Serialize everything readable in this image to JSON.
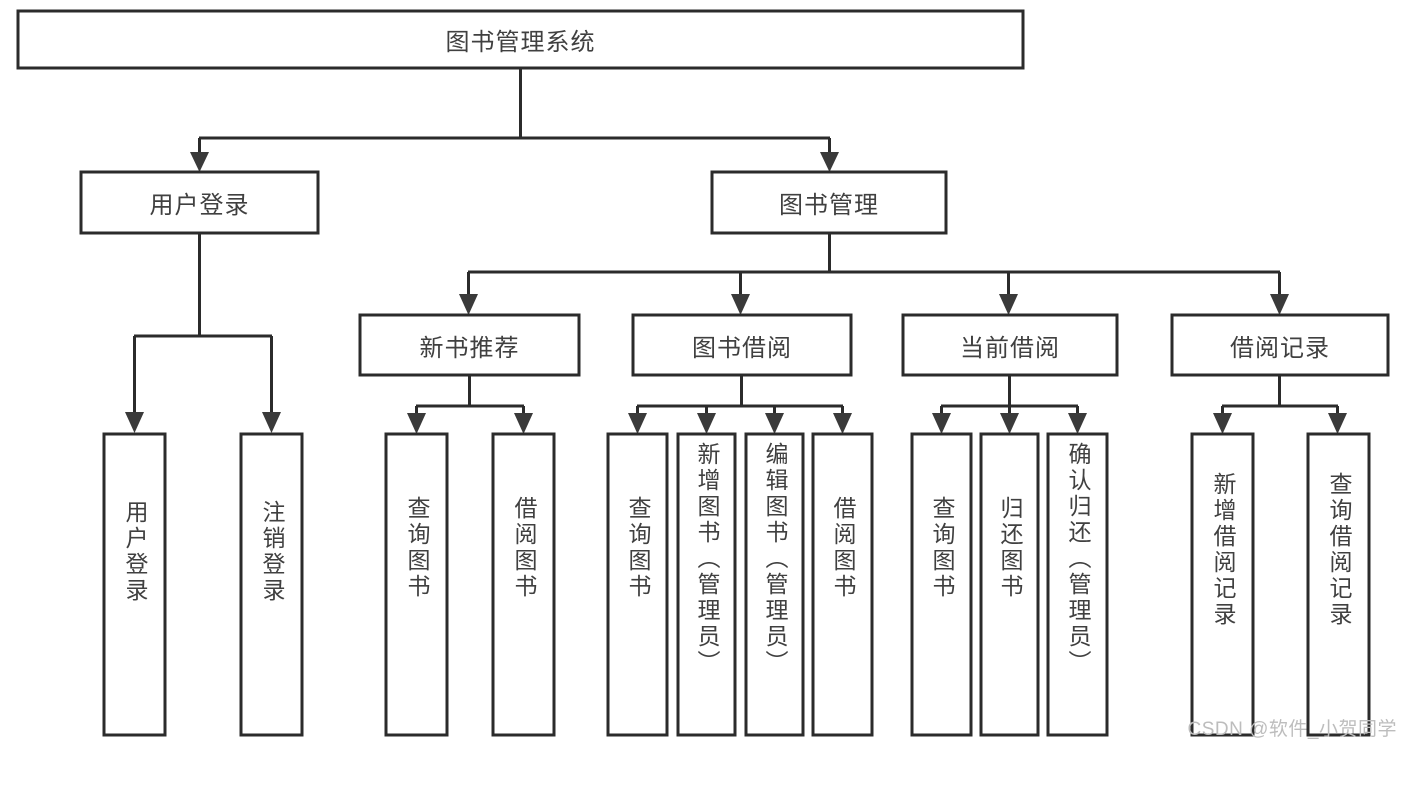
{
  "diagram": {
    "title": "图书管理系统",
    "type": "tree",
    "background_color": "#ffffff",
    "box_stroke_color": "#2b2b2b",
    "text_color": "#404040",
    "watermark": "CSDN @软件_小贺同学",
    "root": {
      "label": "图书管理系统",
      "orientation": "horizontal"
    },
    "level2": [
      {
        "label": "用户登录",
        "orientation": "horizontal"
      },
      {
        "label": "图书管理",
        "orientation": "horizontal"
      }
    ],
    "level3": [
      {
        "label": "新书推荐",
        "orientation": "horizontal"
      },
      {
        "label": "图书借阅",
        "orientation": "horizontal"
      },
      {
        "label": "当前借阅",
        "orientation": "horizontal"
      },
      {
        "label": "借阅记录",
        "orientation": "horizontal"
      }
    ],
    "leaves": {
      "user_login": [
        {
          "label": "用户登录",
          "orientation": "vertical"
        },
        {
          "label": "注销登录",
          "orientation": "vertical"
        }
      ],
      "new_book": [
        {
          "label": "查询图书",
          "orientation": "vertical"
        },
        {
          "label": "借阅图书",
          "orientation": "vertical"
        }
      ],
      "book_borrow": [
        {
          "label": "查询图书",
          "orientation": "vertical"
        },
        {
          "label": "新增图书（管理员）",
          "orientation": "vertical"
        },
        {
          "label": "编辑图书（管理员）",
          "orientation": "vertical"
        },
        {
          "label": "借阅图书",
          "orientation": "vertical"
        }
      ],
      "current_borrow": [
        {
          "label": "查询图书",
          "orientation": "vertical"
        },
        {
          "label": "归还图书",
          "orientation": "vertical"
        },
        {
          "label": "确认归还（管理员）",
          "orientation": "vertical"
        }
      ],
      "borrow_record": [
        {
          "label": "新增借阅记录",
          "orientation": "vertical"
        },
        {
          "label": "查询借阅记录",
          "orientation": "vertical"
        }
      ]
    }
  }
}
